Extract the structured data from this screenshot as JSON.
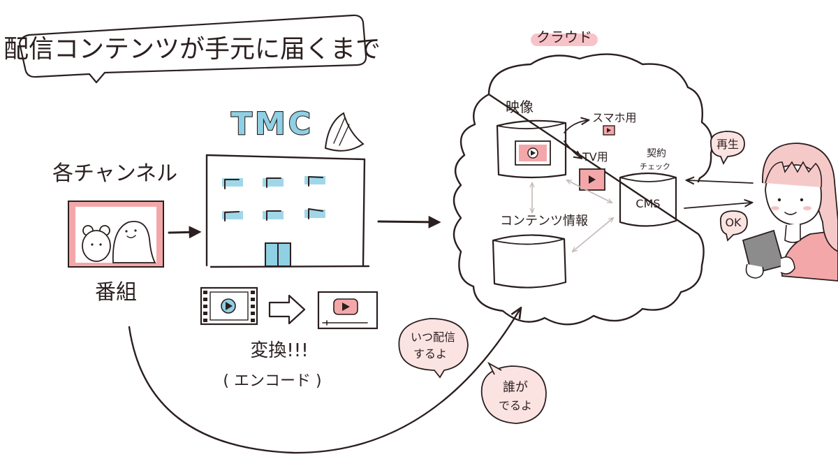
{
  "title": "配信コンテンツが手元に届くまで",
  "brand_logo": "TMC",
  "left": {
    "channels_label": "各チャンネル",
    "program_label": "番組"
  },
  "encode": {
    "label": "変換!!!",
    "sublabel": "( エンコード )"
  },
  "cloud": {
    "label": "クラウド",
    "video_label": "映像",
    "smartphone_label": "スマホ用",
    "tv_label": "TV用",
    "content_info_label": "コンテンツ情報",
    "contract_label_line1": "契約",
    "contract_label_line2": "チェック",
    "cms_label": "CMS"
  },
  "user": {
    "play_bubble": "再生",
    "ok_bubble": "OK"
  },
  "bubbles": {
    "when_line1": "いつ配信",
    "when_line2": "するよ",
    "who_line1": "誰が",
    "who_line2": "でるよ"
  },
  "colors": {
    "ink": "#2b1f1f",
    "pink": "#f4a7a9",
    "pink_light": "#fbe3e2",
    "blue": "#8fd0e4",
    "highlight": "#f6b3bb",
    "arrow_gray": "#c4b8b6"
  }
}
